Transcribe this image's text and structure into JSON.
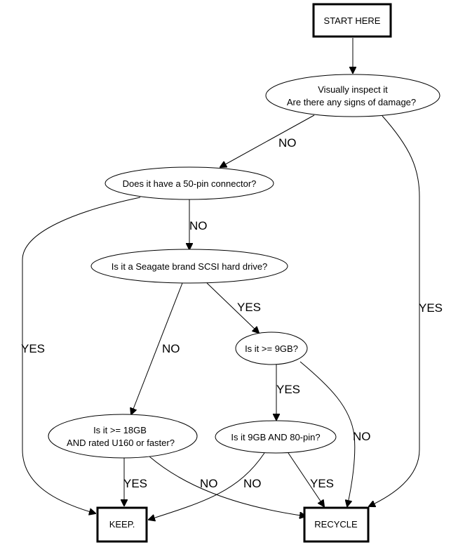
{
  "diagram": {
    "nodes": {
      "start": "START HERE",
      "inspect_line1": "Visually inspect it",
      "inspect_line2": "Are there any signs of damage?",
      "pin50": "Does it have a 50-pin connector?",
      "seagate": "Is it a Seagate brand SCSI hard drive?",
      "gb9": "Is it >= 9GB?",
      "gb18_line1": "Is it >= 18GB",
      "gb18_line2": "AND rated U160 or faster?",
      "pin80": "Is it 9GB AND 80-pin?",
      "keep": "KEEP.",
      "recycle": "RECYCLE"
    },
    "edges": {
      "inspect_to_pin50": "NO",
      "inspect_to_recycle": "YES",
      "pin50_to_seagate": "NO",
      "pin50_to_keep": "YES",
      "seagate_to_gb9": "YES",
      "seagate_to_gb18": "NO",
      "gb9_to_pin80": "YES",
      "gb9_to_recycle": "NO",
      "gb18_to_keep": "YES",
      "gb18_to_recycle": "NO",
      "pin80_to_keep": "NO",
      "pin80_to_recycle": "YES"
    }
  }
}
